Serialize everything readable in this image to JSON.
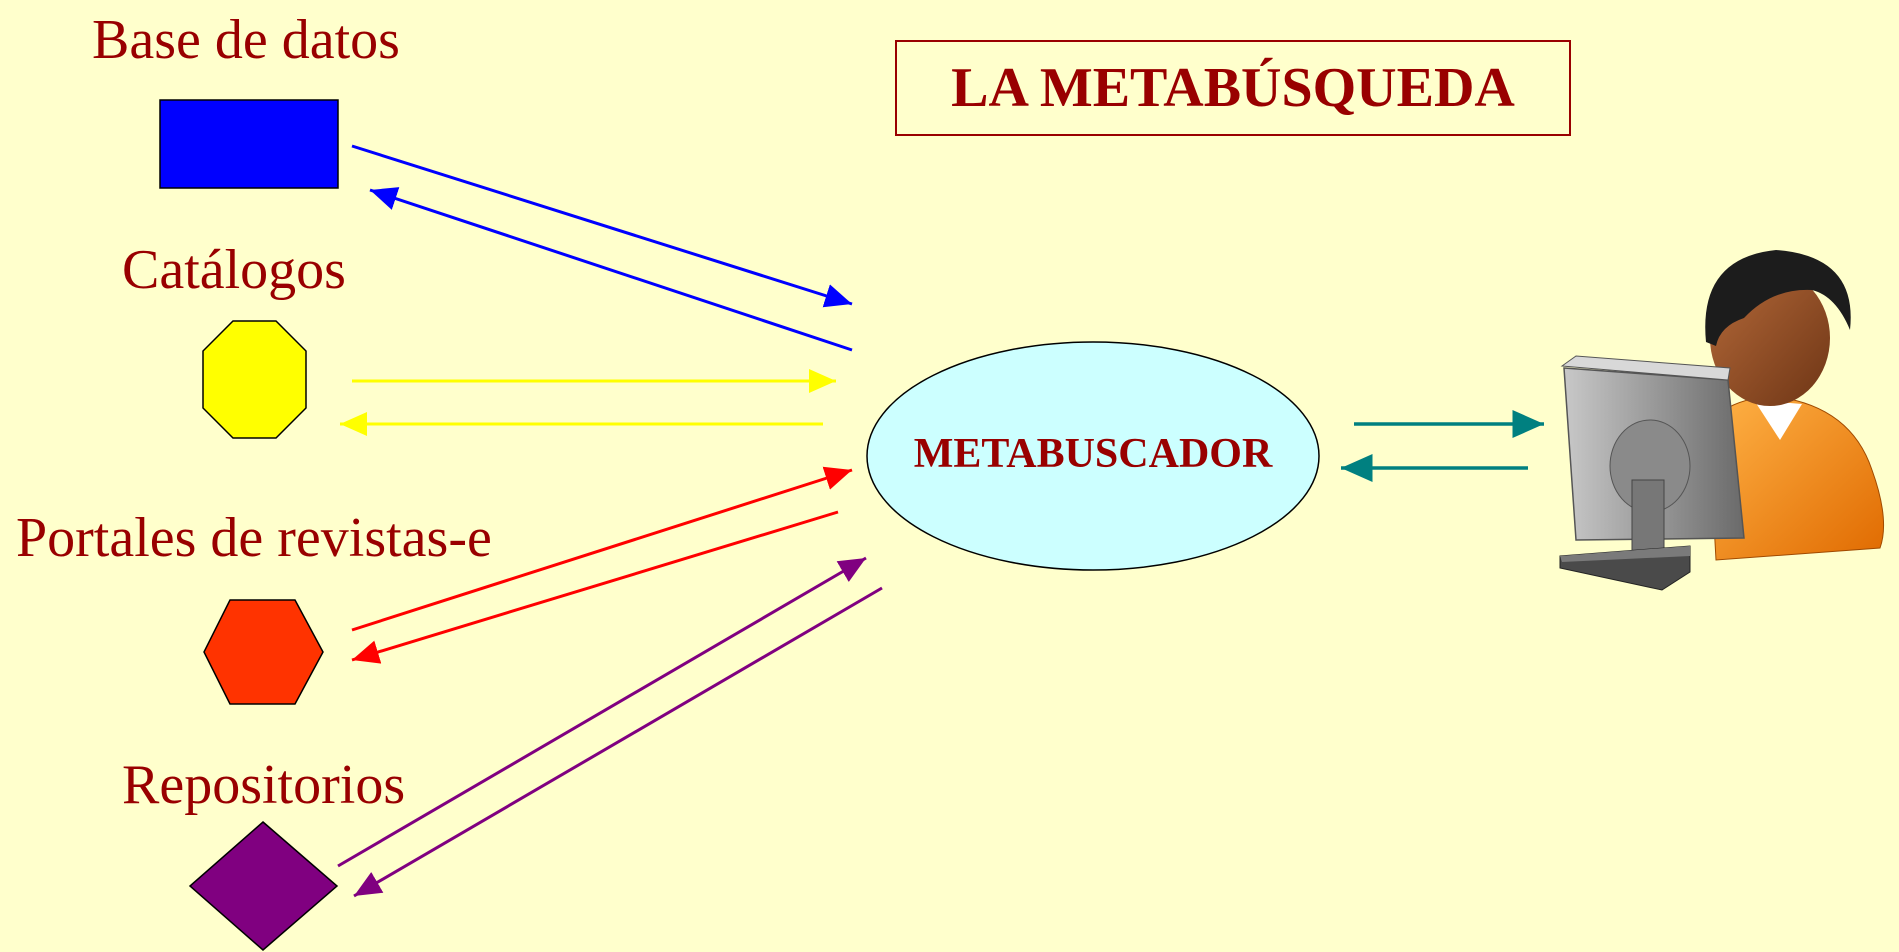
{
  "title": "LA METABÚSQUEDA",
  "center": {
    "label": "METABUSCADOR"
  },
  "sources": [
    {
      "label": "Base de datos",
      "shape": "rectangle",
      "color": "#0000ff",
      "arrow_color": "#0000ff"
    },
    {
      "label": "Catálogos",
      "shape": "octagon",
      "color": "#ffff00",
      "arrow_color": "#ffff00"
    },
    {
      "label": "Portales de revistas-e",
      "shape": "hexagon",
      "color": "#ff3300",
      "arrow_color": "#ff0000"
    },
    {
      "label": "Repositorios",
      "shape": "diamond",
      "color": "#800080",
      "arrow_color": "#800080"
    }
  ],
  "user": {
    "icon": "user-at-computer-icon",
    "arrow_color": "#008080"
  },
  "colors": {
    "background": "#ffffcc",
    "text": "#990000",
    "ellipse_fill": "#ccffff"
  }
}
